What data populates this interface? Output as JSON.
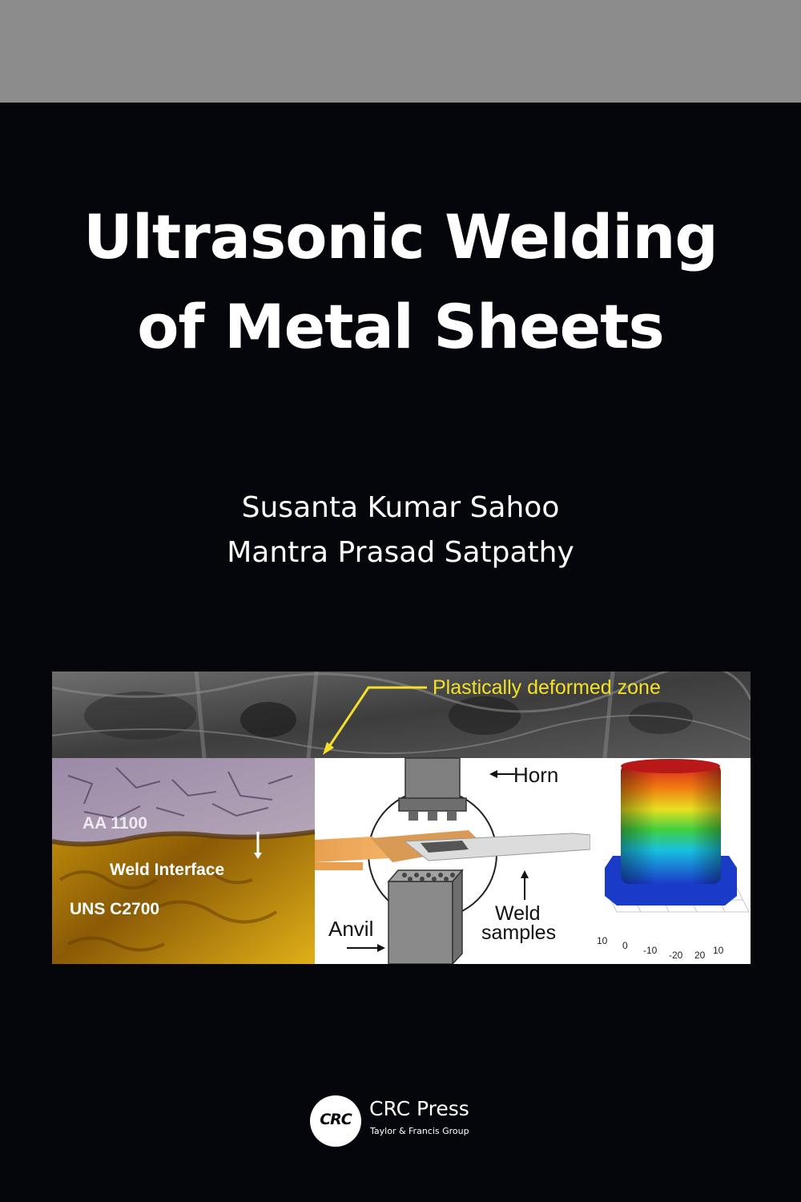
{
  "title": {
    "line1": "Ultrasonic Welding",
    "line2": "of Metal Sheets"
  },
  "authors": [
    "Susanta Kumar Sahoo",
    "Mantra Prasad Satpathy"
  ],
  "figure": {
    "zone_label": "Plastically deformed zone",
    "micro_labels": [
      "AA 1100",
      "Weld Interface",
      "UNS C2700"
    ],
    "schematic_labels": [
      "Horn",
      "Anvil",
      "Weld",
      "samples"
    ],
    "fem_tick_labels": [
      "10",
      "0",
      "-10",
      "-20",
      "20",
      "10"
    ]
  },
  "publisher": {
    "logo_text": "CRC",
    "name": "CRC Press",
    "subtitle": "Taylor & Francis Group"
  },
  "colors": {
    "background": "#05050c",
    "top_band": "#8c8c8c",
    "annotation_yellow": "#f2e02a"
  }
}
